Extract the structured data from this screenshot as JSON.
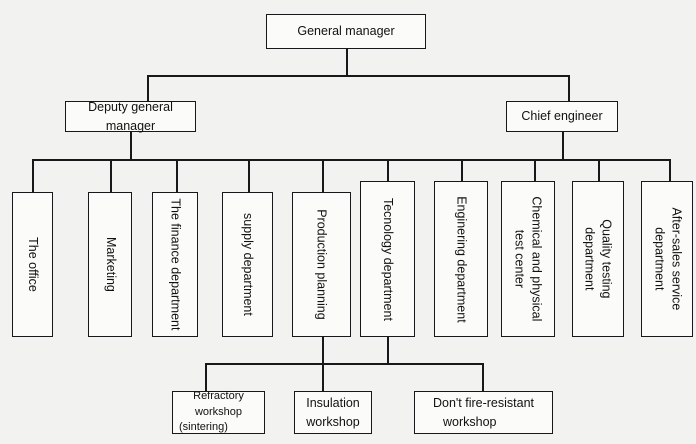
{
  "chart_data": {
    "type": "diagram",
    "title": "Organizational structure chart",
    "diagram_kind": "org-chart",
    "orientation": "top-down",
    "levels": 4,
    "nodes": [
      {
        "id": "general-manager",
        "label": "General manager",
        "level": 1,
        "orientation": "horizontal"
      },
      {
        "id": "deputy-general-manager",
        "label": "Deputy general manager",
        "level": 2,
        "orientation": "horizontal"
      },
      {
        "id": "chief-engineer",
        "label": "Chief engineer",
        "level": 2,
        "orientation": "horizontal"
      },
      {
        "id": "the-office",
        "label": "The office",
        "level": 3,
        "orientation": "vertical"
      },
      {
        "id": "marketing",
        "label": "Marketing",
        "level": 3,
        "orientation": "vertical"
      },
      {
        "id": "the-finance-department",
        "label": "The finance department",
        "level": 3,
        "orientation": "vertical"
      },
      {
        "id": "supply-department",
        "label": "supply department",
        "level": 3,
        "orientation": "vertical"
      },
      {
        "id": "production-planning",
        "label": "Production planning",
        "level": 3,
        "orientation": "vertical"
      },
      {
        "id": "technology-department",
        "label": "Tecnology department",
        "level": 3,
        "orientation": "vertical"
      },
      {
        "id": "engineering-department",
        "label": "Enginering department",
        "level": 3,
        "orientation": "vertical"
      },
      {
        "id": "chemical-and-physical-test-center",
        "label": "Chemical and physical",
        "label_line2": "test center",
        "level": 3,
        "orientation": "vertical"
      },
      {
        "id": "quality-testing-department",
        "label": "Quality testing",
        "label_line2": "department",
        "level": 3,
        "orientation": "vertical"
      },
      {
        "id": "after-sales-service-department",
        "label": "After-sales service",
        "label_line2": "department",
        "level": 3,
        "orientation": "vertical"
      },
      {
        "id": "refractory-workshop",
        "label": "Refractory workshop",
        "label_line2": "(sintering)",
        "level": 4,
        "orientation": "horizontal"
      },
      {
        "id": "insulation-workshop",
        "label": "Insulation",
        "label_line2": "workshop",
        "level": 4,
        "orientation": "horizontal"
      },
      {
        "id": "dont-fire-resistant-workshop",
        "label": "Don't fire-resistant",
        "label_line2": "workshop",
        "level": 4,
        "orientation": "horizontal"
      }
    ],
    "edges": [
      {
        "from": "general-manager",
        "to": "deputy-general-manager"
      },
      {
        "from": "general-manager",
        "to": "chief-engineer"
      },
      {
        "from": "deputy-general-manager",
        "to": "the-office"
      },
      {
        "from": "deputy-general-manager",
        "to": "marketing"
      },
      {
        "from": "deputy-general-manager",
        "to": "the-finance-department"
      },
      {
        "from": "deputy-general-manager",
        "to": "supply-department"
      },
      {
        "from": "deputy-general-manager",
        "to": "production-planning"
      },
      {
        "from": "chief-engineer",
        "to": "technology-department"
      },
      {
        "from": "chief-engineer",
        "to": "engineering-department"
      },
      {
        "from": "chief-engineer",
        "to": "chemical-and-physical-test-center"
      },
      {
        "from": "chief-engineer",
        "to": "quality-testing-department"
      },
      {
        "from": "chief-engineer",
        "to": "after-sales-service-department"
      },
      {
        "from": "production-planning",
        "to": "refractory-workshop"
      },
      {
        "from": "production-planning",
        "to": "insulation-workshop"
      },
      {
        "from": "technology-department",
        "to": "dont-fire-resistant-workshop"
      }
    ],
    "colors": {
      "background": "#f2f2f0",
      "box_fill": "#fbfbf9",
      "line": "#18181a",
      "text": "#111111"
    }
  }
}
